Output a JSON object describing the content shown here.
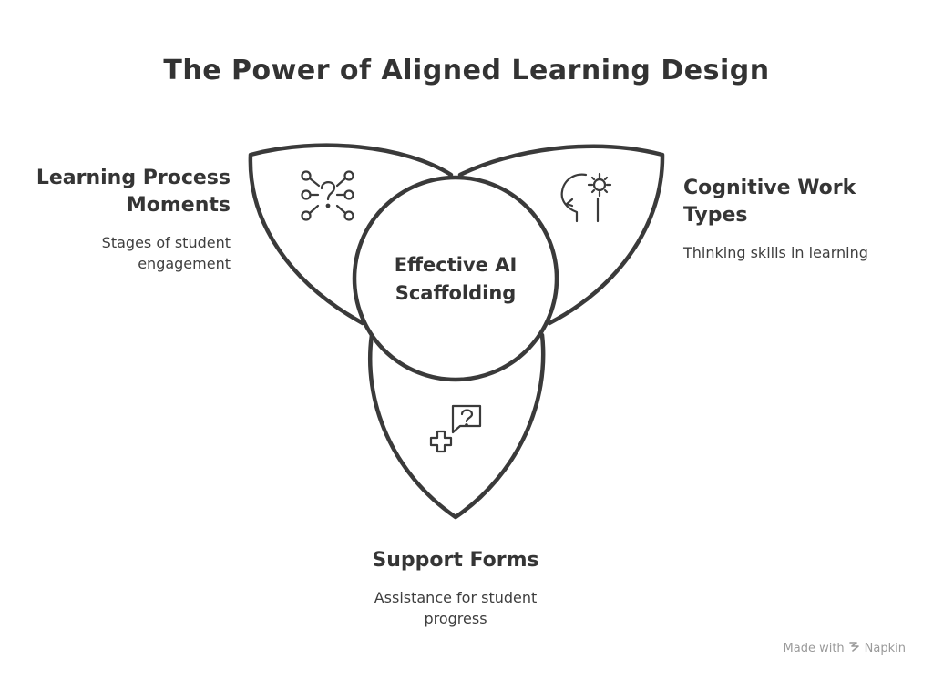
{
  "title": "The Power of Aligned Learning Design",
  "center": {
    "label_line1": "Effective AI",
    "label_line2": "Scaffolding"
  },
  "petals": [
    {
      "heading_line1": "Learning Process",
      "heading_line2": "Moments",
      "description_line1": "Stages of student",
      "description_line2": "engagement",
      "icon": "network-question-icon"
    },
    {
      "heading_line1": "Cognitive Work",
      "heading_line2": "Types",
      "description_line1": "Thinking skills in learning",
      "icon": "head-gear-icon"
    },
    {
      "heading_line1": "Support Forms",
      "description_line1": "Assistance for student",
      "description_line2": "progress",
      "icon": "help-plus-icon"
    }
  ],
  "footer": {
    "made_with": "Made with",
    "brand": "Napkin",
    "icon": "napkin-logo-icon"
  },
  "colors": {
    "stroke": "#3a3a3a",
    "fill": "#ffffff",
    "footer_text": "#9a9a9a"
  }
}
